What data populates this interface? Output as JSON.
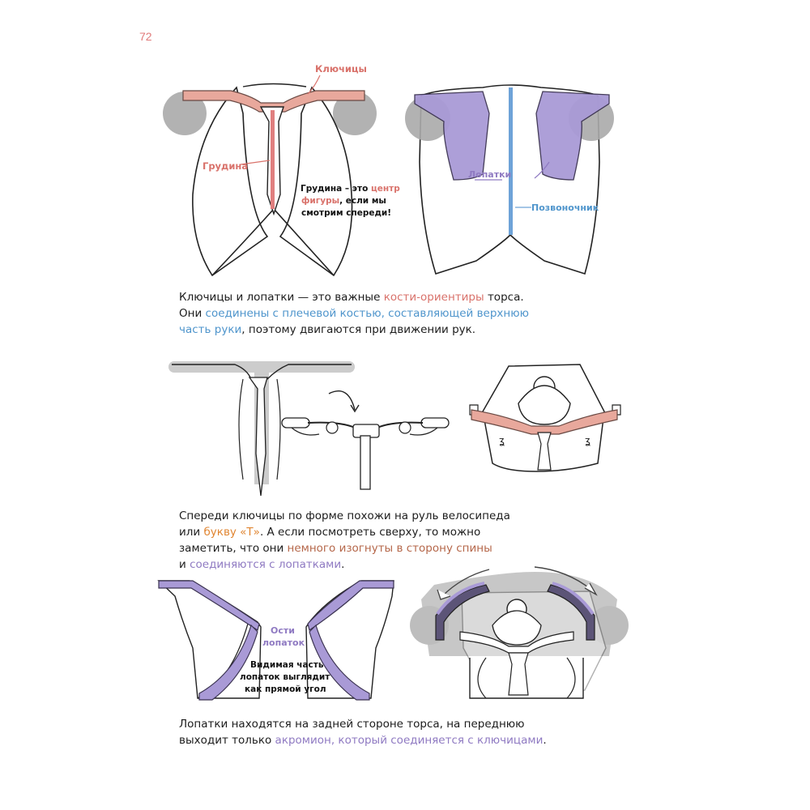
{
  "page": {
    "number": "72"
  },
  "figure1": {
    "label_clavicles": "Ключицы",
    "label_sternum": "Грудина",
    "note_line1_a": "Грудина – это ",
    "note_line1_b": "центр",
    "note_line2_a": "фигуры",
    "note_line2_b": ", если мы",
    "note_line3": "смотрим спереди!",
    "label_scapulae": "Лопатки",
    "label_spine": "Позвоночник"
  },
  "paragraph1": {
    "l1_a": "Ключицы и лопатки — это важные ",
    "l1_b": "кости-ориентиры",
    "l1_c": " торса.",
    "l2_a": "Они ",
    "l2_b": "соединены с плечевой костью, составляющей верхнюю",
    "l3_a": "часть руки",
    "l3_b": ", поэтому двигаются при движении рук."
  },
  "paragraph2": {
    "l1": "Спереди ключицы по форме похожи на руль велосипеда",
    "l2_a": "или ",
    "l2_b": "букву «Т»",
    "l2_c": ". А если посмотреть сверху, то можно",
    "l3_a": "заметить, что они ",
    "l3_b": "немного изогнуты в сторону спины",
    "l4_a": "и ",
    "l4_b": "соединяются с лопатками",
    "l4_c": "."
  },
  "figure3": {
    "label_acromion_1": "Ости",
    "label_acromion_2": "лопаток",
    "note_1": "Видимая часть",
    "note_2": "лопаток выглядит",
    "note_3": "как прямой угол"
  },
  "paragraph3": {
    "l1": "Лопатки находятся на задней стороне торса, на переднюю",
    "l2_a": "выходит только ",
    "l2_b": "акромион, который соединяется с ключицами",
    "l2_c": "."
  },
  "colors": {
    "clavicle": "#e8a89c",
    "sternum": "#e07f7f",
    "scapula": "#a99ad6",
    "spine": "#6ea3d8",
    "shoulder_gray": "#a9a9a9",
    "text_red": "#d9726b",
    "text_blue": "#4f95cc",
    "text_orange": "#e08531",
    "text_purple": "#8f7ac2"
  }
}
